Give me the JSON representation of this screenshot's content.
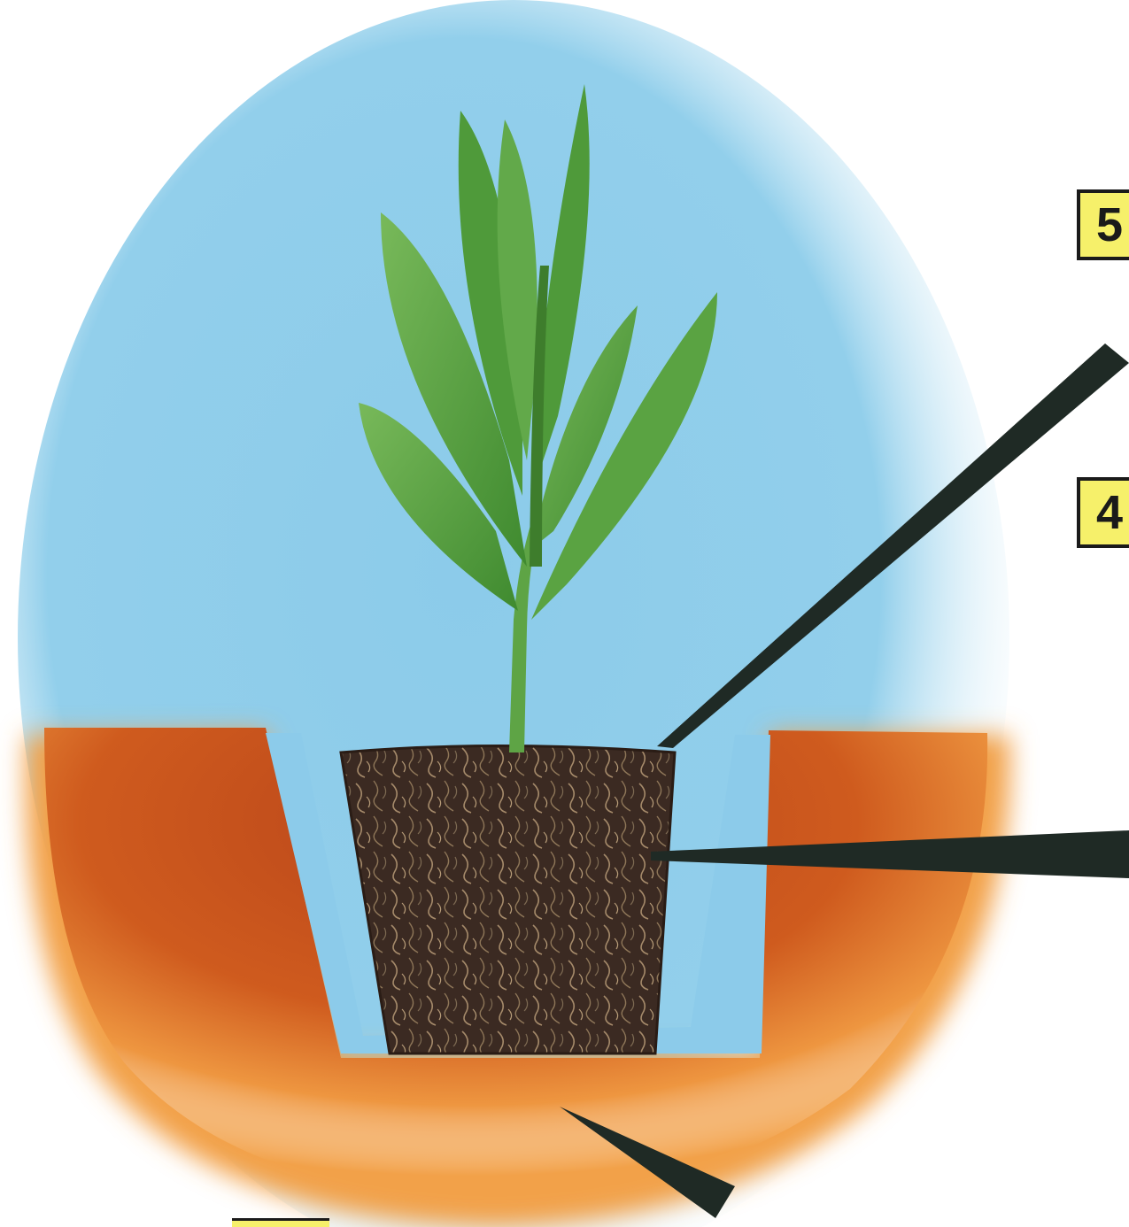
{
  "steps": [
    {
      "number": "5"
    },
    {
      "number": "4"
    }
  ],
  "colors": {
    "sky": "#8ccbea",
    "soil": "#c9541c",
    "soil_light": "#f3a64d",
    "root_ball": "#3b2a22",
    "leaf": "#4f9a3a",
    "leaf_light": "#78b95a",
    "pointer": "#1f2a25",
    "badge": "#f6f06a"
  },
  "icons": {
    "plant": "seedling-illustration",
    "pointer": "callout-pointer"
  }
}
